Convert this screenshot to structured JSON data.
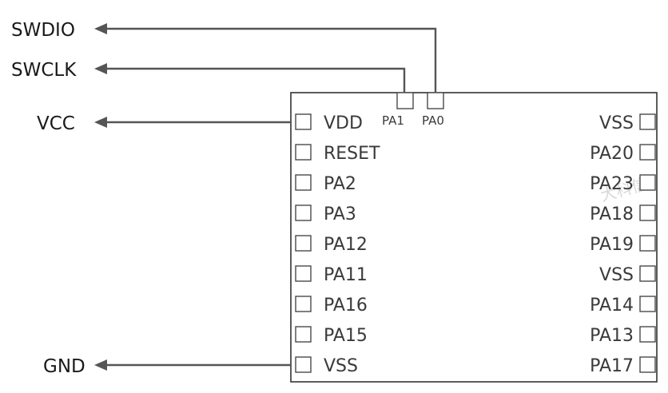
{
  "signals": [
    {
      "id": "swdio",
      "label": "SWDIO",
      "pin": "PA0"
    },
    {
      "id": "swclk",
      "label": "SWCLK",
      "pin": "PA1"
    },
    {
      "id": "vcc",
      "label": "VCC",
      "pin": "VDD"
    },
    {
      "id": "gnd",
      "label": "GND",
      "pin": "VSS"
    }
  ],
  "top_pins": [
    "PA1",
    "PA0"
  ],
  "left_pins": [
    "VDD",
    "RESET",
    "PA2",
    "PA3",
    "PA12",
    "PA11",
    "PA16",
    "PA15",
    "VSS"
  ],
  "right_pins": [
    "VSS",
    "PA20",
    "PA23",
    "PA18",
    "PA19",
    "VSS",
    "PA14",
    "PA13",
    "PA17"
  ],
  "colors": {
    "wire": "#555555",
    "outline": "#333333",
    "text": "#1a1a1a"
  }
}
